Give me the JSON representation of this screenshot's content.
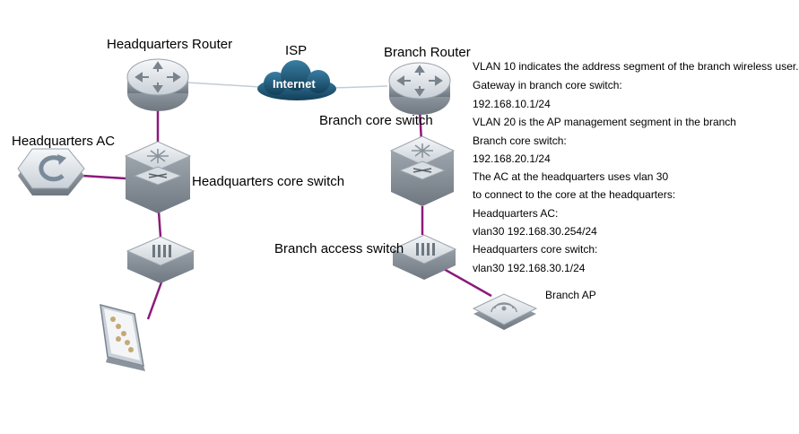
{
  "labels": {
    "hq_router": "Headquarters Router",
    "isp": "ISP",
    "internet": "Internet",
    "branch_router": "Branch Router",
    "branch_core_switch": "Branch core switch",
    "hq_ac": "Headquarters AC",
    "hq_core_switch": "Headquarters core switch",
    "branch_access_switch": "Branch access switch",
    "branch_ap": "Branch AP"
  },
  "notes": [
    "VLAN 10 indicates the address segment of the branch wireless user.",
    "Gateway in branch core switch:",
    "192.168.10.1/24",
    "VLAN 20 is the AP management segment in the branch",
    "Branch core switch:",
    "192.168.20.1/24",
    "The AC at the headquarters uses vlan 30",
    "to connect to the core at the headquarters:",
    "Headquarters AC:",
    "vlan30 192.168.30.254/24",
    "Headquarters core switch:",
    "vlan30 192.168.30.1/24"
  ],
  "colors": {
    "link_purple": "#8b1a7a",
    "link_wan": "#c2ccd6",
    "device_face": "#e4e8ec",
    "device_side": "#8b939c",
    "cloud": "#1f5a7a"
  },
  "icons": [
    "router-icon",
    "cloud-icon",
    "core-switch-icon",
    "access-switch-icon",
    "ac-icon",
    "pc-icon",
    "ap-icon"
  ]
}
